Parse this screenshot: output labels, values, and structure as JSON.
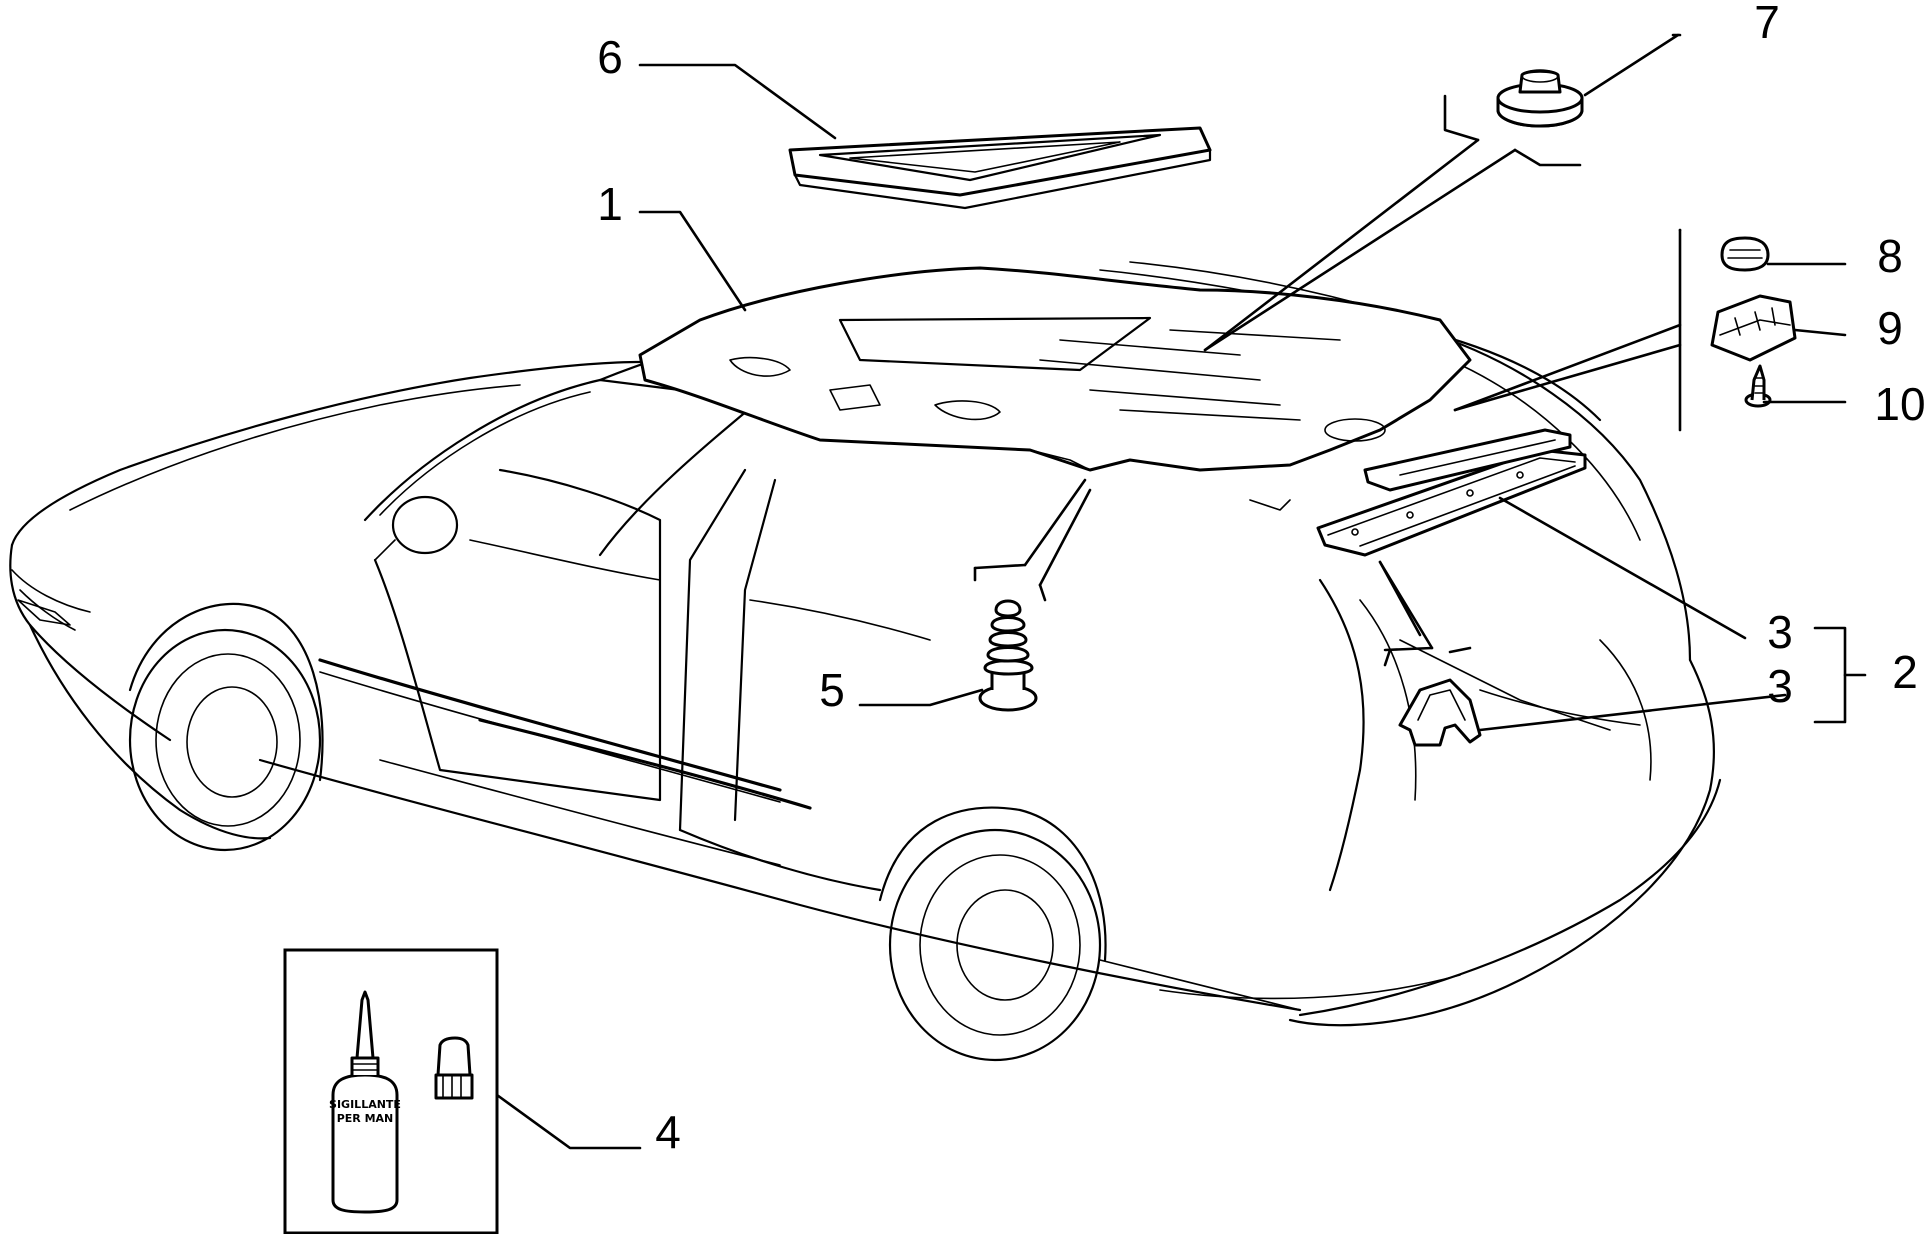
{
  "callouts": {
    "c1": "1",
    "c2": "2",
    "c3a": "3",
    "c3b": "3",
    "c4": "4",
    "c5": "5",
    "c6": "6",
    "c7": "7",
    "c8": "8",
    "c9": "9",
    "c10": "10"
  },
  "bottle_label": {
    "line1": "SIGILLANTE",
    "line2": "PER MAN"
  }
}
